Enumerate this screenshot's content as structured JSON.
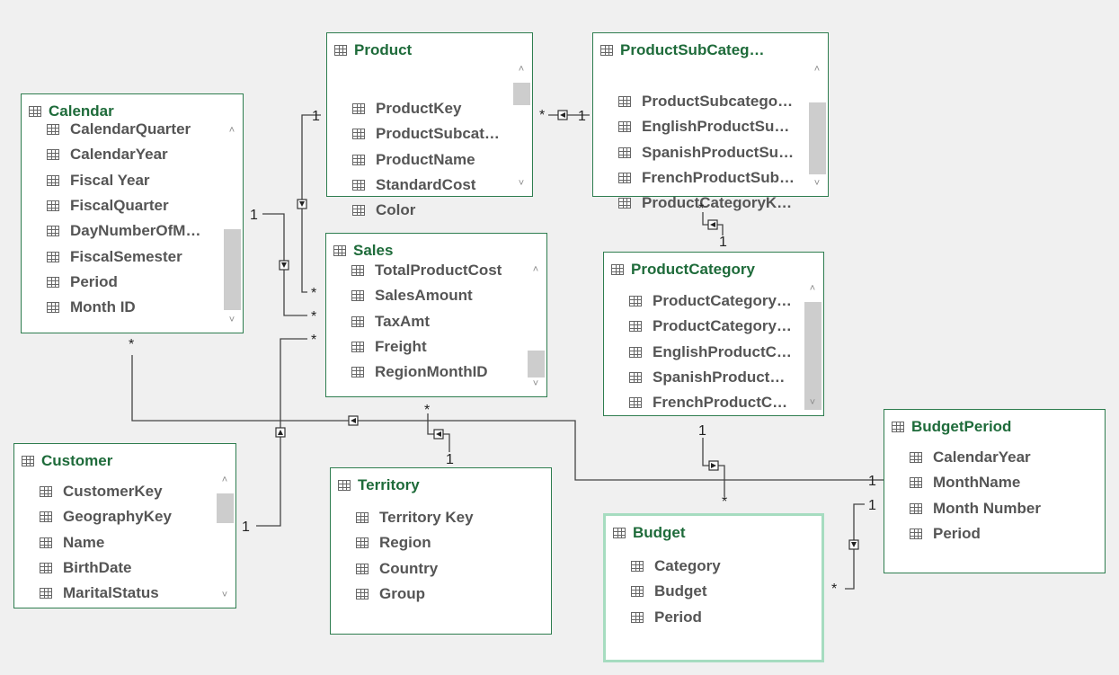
{
  "tables": [
    {
      "id": "product",
      "title": "Product",
      "fields": [
        "ProductKey",
        "ProductSubcat…",
        "ProductName",
        "StandardCost",
        "Color"
      ]
    },
    {
      "id": "productsubcategory",
      "title": "ProductSubCateg…",
      "fields": [
        "ProductSubcatego…",
        "EnglishProductSu…",
        "SpanishProductSu…",
        "FrenchProductSub…",
        "ProductCategoryK…"
      ]
    },
    {
      "id": "calendar",
      "title": "Calendar",
      "fields": [
        "CalendarQuarter",
        "CalendarYear",
        "Fiscal Year",
        "FiscalQuarter",
        "DayNumberOfM…",
        "FiscalSemester",
        "Period",
        "Month ID"
      ]
    },
    {
      "id": "sales",
      "title": "Sales",
      "fields": [
        "TotalProductCost",
        "SalesAmount",
        "TaxAmt",
        "Freight",
        "RegionMonthID"
      ]
    },
    {
      "id": "productcategory",
      "title": "ProductCategory",
      "fields": [
        "ProductCategory…",
        "ProductCategory…",
        "EnglishProductC…",
        "SpanishProduct…",
        "FrenchProductC…"
      ]
    },
    {
      "id": "budgetperiod",
      "title": "BudgetPeriod",
      "fields": [
        "CalendarYear",
        "MonthName",
        "Month Number",
        "Period"
      ]
    },
    {
      "id": "customer",
      "title": "Customer",
      "fields": [
        "CustomerKey",
        "GeographyKey",
        "Name",
        "BirthDate",
        "MaritalStatus"
      ]
    },
    {
      "id": "territory",
      "title": "Territory",
      "fields": [
        "Territory Key",
        "Region",
        "Country",
        "Group"
      ]
    },
    {
      "id": "budget",
      "title": "Budget",
      "fields": [
        "Category",
        "Budget",
        "Period"
      ]
    }
  ],
  "relationships": {
    "one": "1",
    "many": "*"
  },
  "icons": {
    "table": "table-grid-icon",
    "field": "column-grid-icon",
    "filter_arrow": "filter-direction-arrow-icon"
  },
  "colors": {
    "title": "#1e6b3a",
    "border": "#2e7d4f",
    "selected_border": "#a6dcc0",
    "background": "#f0f0f0"
  }
}
